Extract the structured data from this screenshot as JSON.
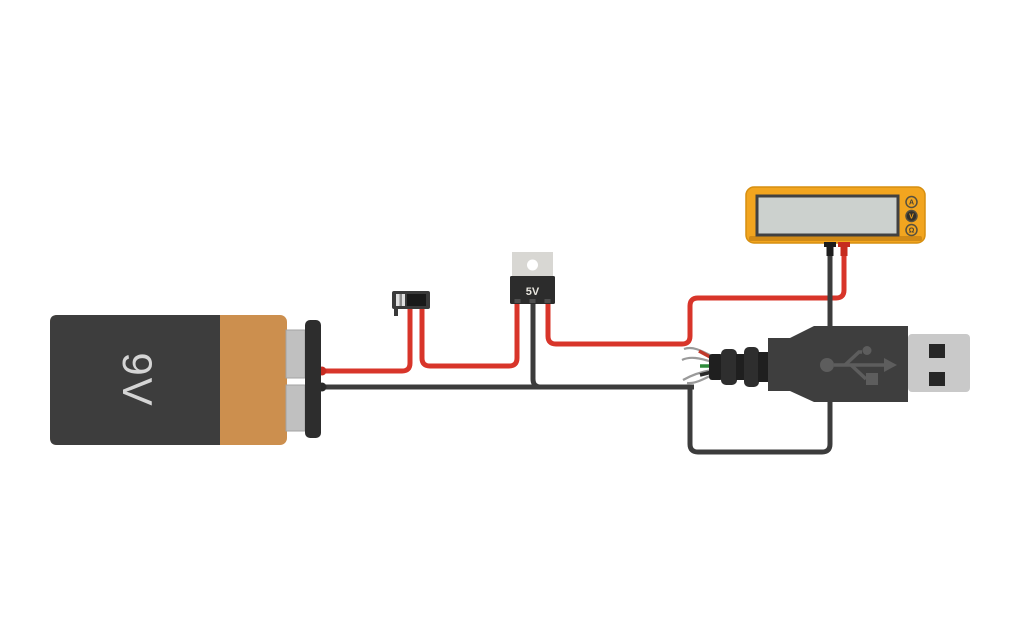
{
  "app": {
    "type": "circuit-design-canvas",
    "background_color": "#ffffff"
  },
  "components": {
    "battery": {
      "name": "9V battery",
      "label": "9V",
      "body_color": "#3d3d3d",
      "wrap_color": "#cc8f4e",
      "terminal_color": "#c0c0c0"
    },
    "slide_switch": {
      "name": "slide switch",
      "body_color": "#3a3a3a",
      "knob_color": "#e0e0e0"
    },
    "regulator": {
      "name": "5V voltage regulator",
      "label": "5V",
      "tab_color": "#d8d7d3",
      "body_color": "#2c2c2c"
    },
    "usb_plug": {
      "name": "USB type-A plug",
      "body_color": "#3e3e3e",
      "metal_color": "#c9c9c9",
      "logo_color": "#5d5d5d",
      "lead_colors": [
        "#c0392b",
        "#2e8b3a",
        "#9a9a9a",
        "#2a2a2a"
      ]
    },
    "multimeter": {
      "name": "multimeter",
      "body_color": "#f2a51f",
      "screen_color": "#ccd1ce",
      "mode_buttons": [
        {
          "label": "A",
          "selected": false
        },
        {
          "label": "V",
          "selected": true
        },
        {
          "label": "Ω",
          "selected": false
        }
      ]
    }
  },
  "wires": {
    "positive_color": "#d8352a",
    "ground_color": "#3c3c3c"
  }
}
